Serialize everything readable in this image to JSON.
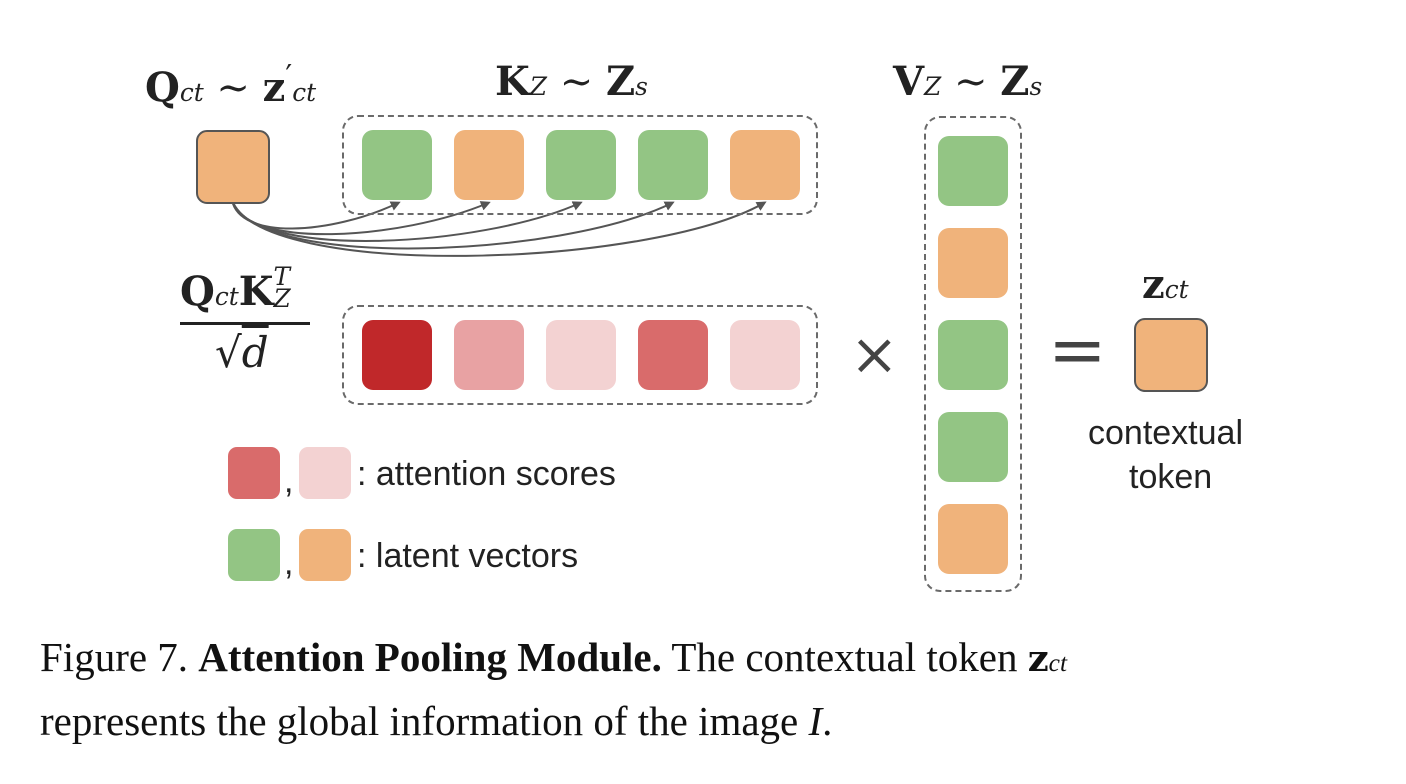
{
  "labels": {
    "q": "Q",
    "q_sub": "ct",
    "tilde": "∼",
    "z": "z",
    "z_prime": "′",
    "z_sub": "ct",
    "k": "K",
    "k_sub": "Z",
    "v": "V",
    "v_sub": "Z",
    "zs": "Z",
    "zs_sub": "s",
    "frac_num_q": "Q",
    "frac_num_q_sub": "ct",
    "frac_num_k": "K",
    "frac_num_k_sup": "T",
    "frac_num_k_sub": "Z",
    "frac_den": "d",
    "sqrt_sign": "√",
    "times": "×",
    "equals": "=",
    "out_z": "z",
    "out_z_sub": "ct",
    "contextual": "contextual",
    "token": "token"
  },
  "legend": {
    "comma": ",",
    "attention": ": attention scores",
    "latent": ": latent vectors"
  },
  "caption": {
    "fig": "Figure 7.",
    "title": "Attention Pooling Module.",
    "text1": "The contextual token",
    "z": "z",
    "z_sub": "ct",
    "text2": "represents the global information of the image",
    "img": "I",
    "period": "."
  },
  "colors": {
    "green": "#93c584",
    "orange": "#f0b37b",
    "attn_strong": "#c0282a",
    "attn_medium": "#d96b6b",
    "attn_light": "#e8a2a3",
    "attn_faint": "#f3d2d2",
    "dash": "#6a6a6a",
    "arrow": "#555555"
  },
  "key_tokens": [
    "green",
    "orange",
    "green",
    "green",
    "orange"
  ],
  "value_tokens": [
    "green",
    "orange",
    "green",
    "green",
    "orange"
  ],
  "attention_scores": [
    "attn_strong",
    "attn_light",
    "attn_faint",
    "attn_medium",
    "attn_faint"
  ]
}
